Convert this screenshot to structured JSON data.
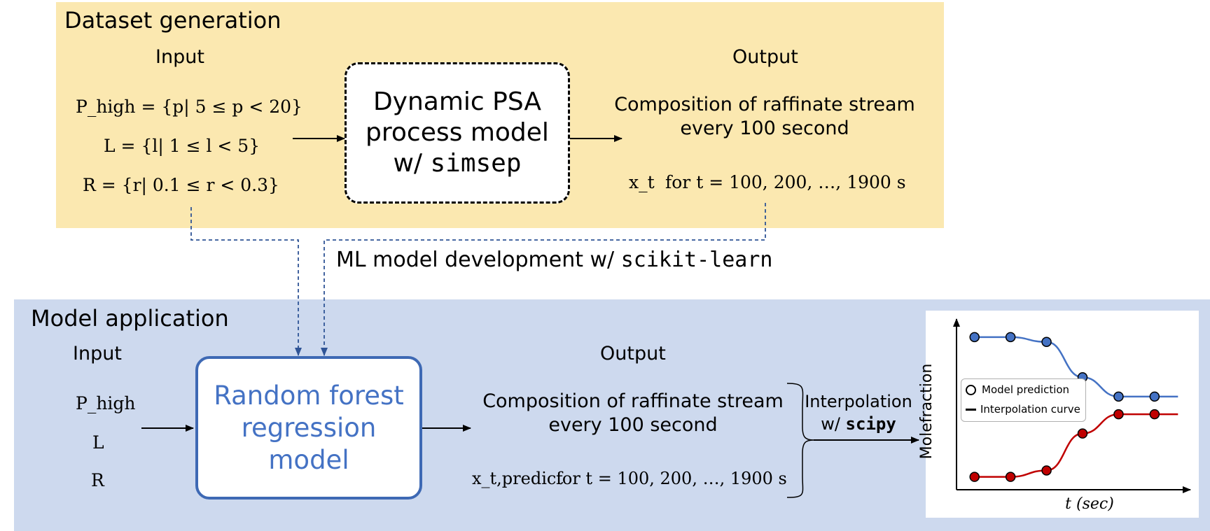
{
  "dataset_generation": {
    "title": "Dataset generation",
    "input_label": "Input",
    "inputs": [
      "P_high = {p| 5 ≤ p < 20}",
      "L = {l| 1 ≤ l < 5}",
      "R = {r| 0.1 ≤ r < 0.3}"
    ],
    "model_line1": "Dynamic PSA",
    "model_line2": "process model",
    "model_line3_prefix": "w/ ",
    "model_line3_tool": "simsep",
    "output_label": "Output",
    "output_line1": "Composition of raffinate stream",
    "output_line2": "every 100 second",
    "output_var": "x_t",
    "output_range": "for t = 100, 200, …, 1900 s"
  },
  "ml_development": {
    "text": "ML model development",
    "prefix": " w/ ",
    "tool": "scikit-learn"
  },
  "model_application": {
    "title": "Model application",
    "input_label": "Input",
    "inputs": [
      "P_high",
      "L",
      "R"
    ],
    "model_line1": "Random forest",
    "model_line2": "regression",
    "model_line3": "model",
    "output_label": "Output",
    "output_line1": "Composition of raffinate stream",
    "output_line2": "every 100 second",
    "output_var": "x_t,predict",
    "output_range": "for t = 100, 200, …, 1900 s",
    "interp_line1": "Interpolation",
    "interp_prefix": "w/ ",
    "interp_tool": "scipy"
  },
  "chart_data": {
    "type": "scatter",
    "xlabel": "t (sec)",
    "ylabel": "Molefraction",
    "legend": [
      "Model prediction",
      "Interpolation curve"
    ],
    "legend_position": "middle-left",
    "grid": false,
    "series": [
      {
        "color": "#4472c4",
        "x": [
          1,
          2,
          3,
          4,
          5,
          6
        ],
        "y": [
          0.95,
          0.95,
          0.92,
          0.7,
          0.58,
          0.58
        ]
      },
      {
        "color": "#c00000",
        "x": [
          1,
          2,
          3,
          4,
          5,
          6
        ],
        "y": [
          0.08,
          0.08,
          0.12,
          0.35,
          0.47,
          0.47
        ]
      }
    ],
    "xlim": [
      0.5,
      6.8
    ],
    "ylim": [
      0,
      1.08
    ]
  },
  "colors": {
    "top_panel": "#fbe8b0",
    "bottom_panel": "#cdd9ee",
    "accent_blue": "#4472c4",
    "arrow_blue": "#2f5496",
    "red_series": "#c00000"
  }
}
